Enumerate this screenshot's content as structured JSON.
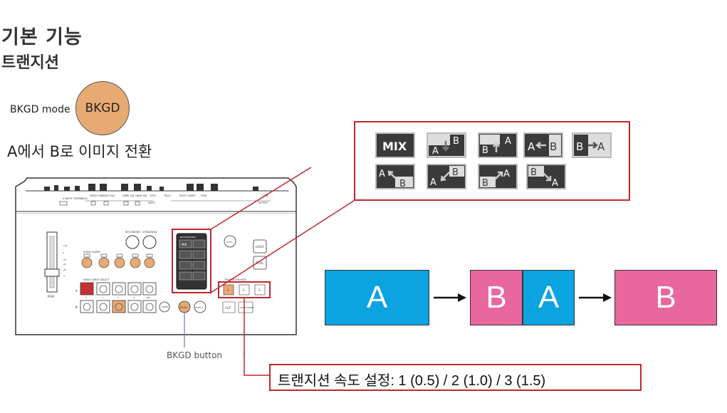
{
  "header": {
    "title": "기본 기능",
    "subtitle": "트랜지션"
  },
  "bkgd": {
    "mode_label": "BKGD mode",
    "button_label": "BKGD",
    "description": "A에서 B로 이미지 전환",
    "button_caption": "BKGD button"
  },
  "transitions": {
    "icons": [
      "mix",
      "wipe-down",
      "wipe-up",
      "wipe-left",
      "wipe-right",
      "diag-up-left",
      "diag-down-left",
      "diag-up-right",
      "diag-down-right"
    ],
    "mix_label": "MIX"
  },
  "demo": {
    "panel1": "A",
    "panel2_left": "B",
    "panel2_right": "A",
    "panel3": "B"
  },
  "speed_setting": "트랜지션 속도 설정: 1 (0.5) / 2 (1.0) / 3 (1.5)",
  "device": {
    "top_labels": [
      "4 INPUT TERMINALS",
      "VIDEO SDI",
      "VIDEO SDI",
      "HDMI SDI",
      "HDMI SDI",
      "TITLE",
      "TALLY",
      "MULTI VIDEO",
      "PGM",
      "LINE"
    ],
    "sub_labels": [
      "INPUT",
      "OUTPUT"
    ],
    "recording": "RECORDING",
    "streaming": "STREAMING",
    "audio_mixer": "AUDIO MIXER",
    "video_input_select": "VIDEO INPUT SELECT",
    "row_a": "A",
    "row_b": "B",
    "pgm": "PGM",
    "background": "BACKGROUND",
    "mix": "MIX",
    "transition_rate": "TRANSITION RATE",
    "rate_buttons": [
      "1",
      "2",
      "3"
    ],
    "cut": "CUT",
    "auto_trans": "AUTO TRANS",
    "logo": "LOGO",
    "title_btn": "TITLE",
    "effect": "EFFECT",
    "bkgd": "BKGD",
    "video": "VIDEO",
    "input_numbers": [
      "1",
      "2",
      "3",
      "4",
      "INT"
    ]
  },
  "colors": {
    "accent_red": "#c0272d",
    "orange": "#e8aa73",
    "panel_a": "#0ba3e0",
    "panel_b": "#e8679f"
  }
}
